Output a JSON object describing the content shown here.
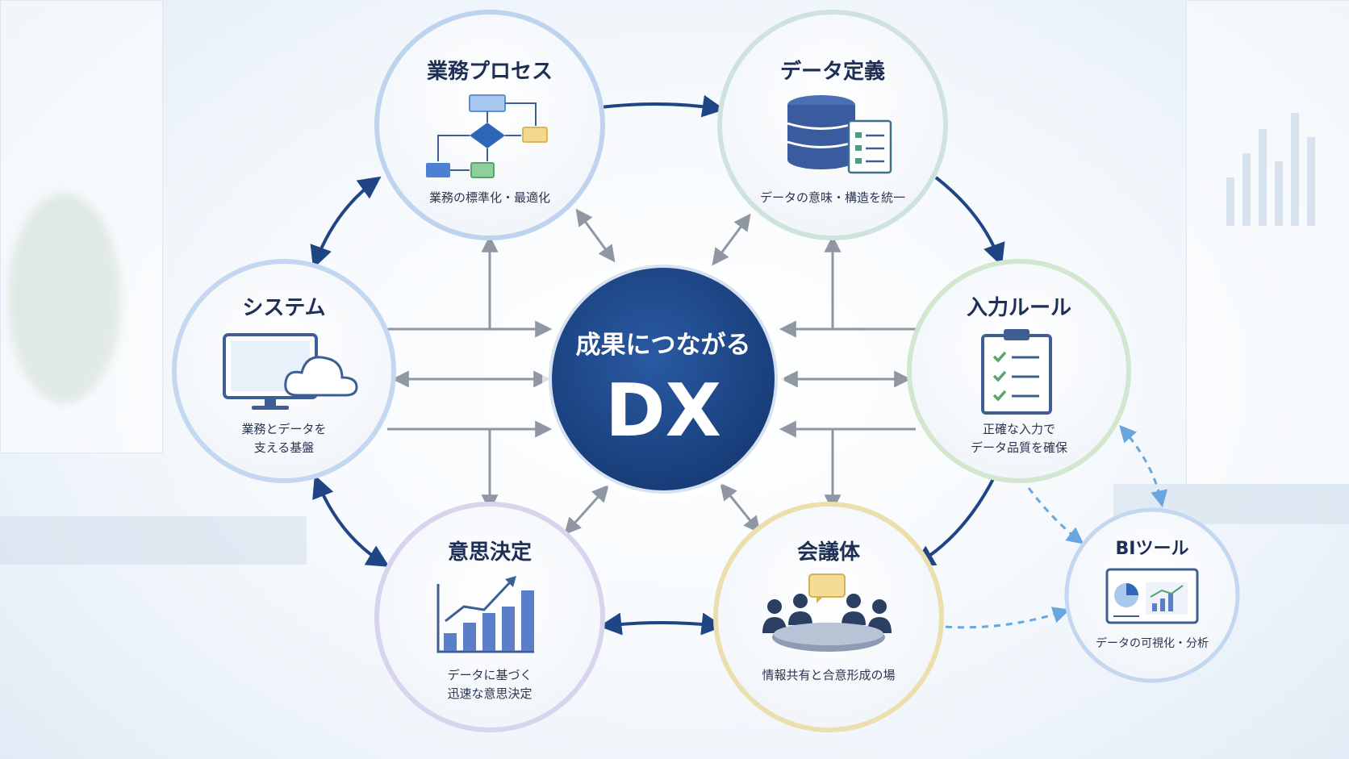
{
  "center": {
    "line1": "成果につながる",
    "line2": "DX"
  },
  "nodes": {
    "process": {
      "title": "業務プロセス",
      "desc": [
        "業務の標準化・最適化"
      ],
      "icon": "flowchart-icon",
      "tint": "#5b8fd6"
    },
    "data_def": {
      "title": "データ定義",
      "desc": [
        "データの意味・構造を統一"
      ],
      "icon": "database-document-icon",
      "tint": "#6fae9a"
    },
    "input_rule": {
      "title": "入力ルール",
      "desc": [
        "正確な入力で",
        "データ品質を確保"
      ],
      "icon": "clipboard-checklist-icon",
      "tint": "#8fbf8a"
    },
    "meeting": {
      "title": "会議体",
      "desc": [
        "情報共有と合意形成の場"
      ],
      "icon": "meeting-table-icon",
      "tint": "#e0c070"
    },
    "decision": {
      "title": "意思決定",
      "desc": [
        "データに基づく",
        "迅速な意思決定"
      ],
      "icon": "growth-chart-icon",
      "tint": "#9b8fd0"
    },
    "system": {
      "title": "システム",
      "desc": [
        "業務とデータを",
        "支える基盤"
      ],
      "icon": "monitor-cloud-icon",
      "tint": "#5b8fd6"
    },
    "bi_tool": {
      "title": "BIツール",
      "desc": [
        "データの可視化・分析"
      ],
      "icon": "dashboard-icon",
      "tint": "#5b8fd6"
    }
  },
  "colors": {
    "navy": "#1b3f7d",
    "arrow_dark": "#1f4585",
    "arrow_gray": "#8f97a3",
    "dashed": "#6aa6de"
  }
}
